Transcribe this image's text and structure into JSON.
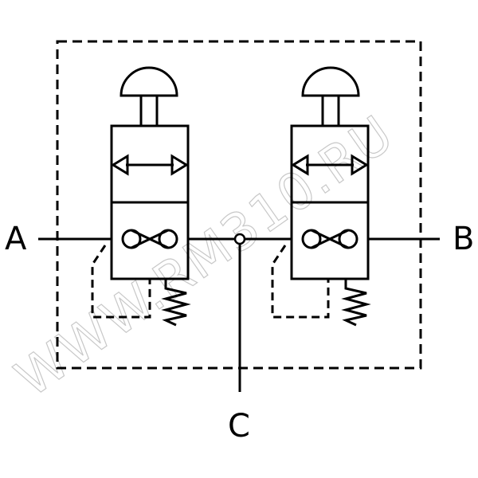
{
  "ports": {
    "a": "A",
    "b": "B",
    "c": "C"
  },
  "watermark": "WWW.RM310.RU",
  "colors": {
    "line": "#000000",
    "background": "#ffffff",
    "watermark": "#c8c8c8"
  }
}
